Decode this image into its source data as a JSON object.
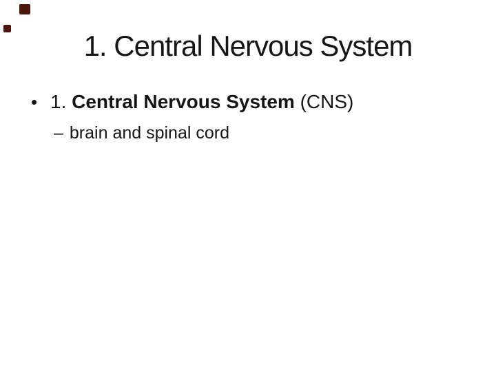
{
  "slide": {
    "title": "1. Central Nervous System",
    "bullet": {
      "marker": "•",
      "prefix": "1. ",
      "emphasis": "Central Nervous System",
      "suffix": " (CNS)"
    },
    "sub_bullet": {
      "marker": "–",
      "text": "brain and spinal cord"
    }
  },
  "colors": {
    "background": "#ffffff",
    "text": "#161616",
    "decor_square": "#4d150a"
  }
}
